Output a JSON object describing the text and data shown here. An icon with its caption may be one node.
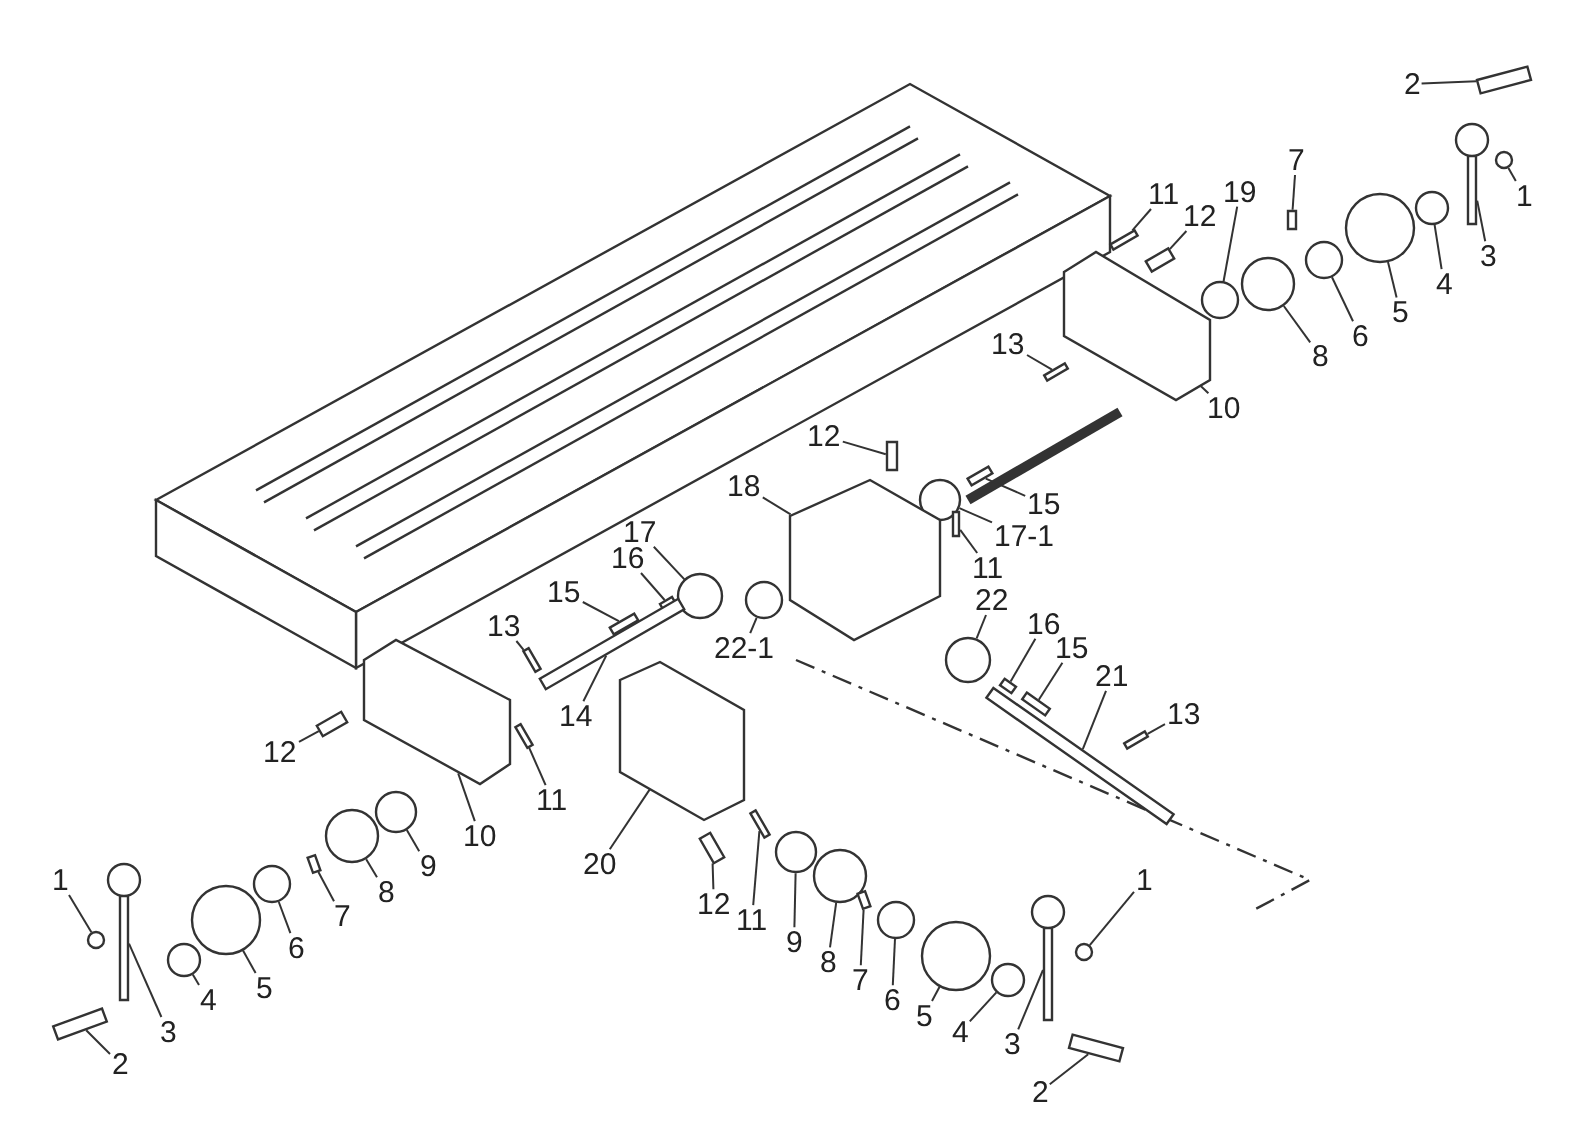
{
  "diagram": {
    "nodes": [
      {
        "text": [
          "2"
        ]
      },
      {
        "text": [
          "1"
        ]
      },
      {
        "text": [
          "3"
        ]
      },
      {
        "text": [
          "4"
        ]
      },
      {
        "text": [
          "5"
        ]
      },
      {
        "text": [
          "6"
        ]
      },
      {
        "text": [
          "8"
        ]
      },
      {
        "text": [
          "7"
        ]
      },
      {
        "text": [
          "19"
        ]
      },
      {
        "text": [
          "12"
        ]
      },
      {
        "text": [
          "11"
        ]
      },
      {
        "text": [
          "13"
        ]
      },
      {
        "text": [
          "10"
        ]
      },
      {
        "text": [
          "12"
        ]
      },
      {
        "text": [
          "15"
        ]
      },
      {
        "text": [
          "17-1"
        ]
      },
      {
        "text": [
          "18"
        ]
      },
      {
        "text": [
          "11"
        ]
      },
      {
        "text": [
          "17"
        ]
      },
      {
        "text": [
          "16"
        ]
      },
      {
        "text": [
          "15"
        ]
      },
      {
        "text": [
          "13"
        ]
      },
      {
        "text": [
          "14"
        ]
      },
      {
        "text": [
          "22-1"
        ]
      },
      {
        "text": [
          "22"
        ]
      },
      {
        "text": [
          "16"
        ]
      },
      {
        "text": [
          "15"
        ]
      },
      {
        "text": [
          "21"
        ]
      },
      {
        "text": [
          "13"
        ]
      },
      {
        "text": [
          "12"
        ]
      },
      {
        "text": [
          "11"
        ]
      },
      {
        "text": [
          "10"
        ]
      },
      {
        "text": [
          "9"
        ]
      },
      {
        "text": [
          "8"
        ]
      },
      {
        "text": [
          "7"
        ]
      },
      {
        "text": [
          "6"
        ]
      },
      {
        "text": [
          "5"
        ]
      },
      {
        "text": [
          "4"
        ]
      },
      {
        "text": [
          "3"
        ]
      },
      {
        "text": [
          "2"
        ]
      },
      {
        "text": [
          "1"
        ]
      },
      {
        "text": [
          "20"
        ]
      },
      {
        "text": [
          "12"
        ]
      },
      {
        "text": [
          "11"
        ]
      },
      {
        "text": [
          "9"
        ]
      },
      {
        "text": [
          "8"
        ]
      },
      {
        "text": [
          "7"
        ]
      },
      {
        "text": [
          "6"
        ]
      },
      {
        "text": [
          "5"
        ]
      },
      {
        "text": [
          "4"
        ]
      },
      {
        "text": [
          "3"
        ]
      },
      {
        "text": [
          "2"
        ]
      },
      {
        "text": [
          "1"
        ]
      },
      {
        "text": [],
        "shape": "bar"
      },
      {
        "text": [],
        "shape": "circle"
      },
      {
        "text": [],
        "shape": "picture"
      },
      {
        "text": [],
        "shape": "circle"
      },
      {
        "text": [],
        "shape": "circle"
      },
      {
        "text": [],
        "shape": "circle"
      },
      {
        "text": [],
        "shape": "circle"
      },
      {
        "text": [],
        "shape": "bar"
      },
      {
        "text": [],
        "shape": "circle"
      },
      {
        "text": [],
        "shape": "bar"
      },
      {
        "text": [],
        "shape": "bar"
      },
      {
        "text": [],
        "shape": "bar"
      },
      {
        "text": [],
        "shape": "box"
      },
      {
        "text": [],
        "shape": "bar"
      },
      {
        "text": [],
        "shape": "bar"
      },
      {
        "text": [],
        "shape": "circle"
      },
      {
        "text": [],
        "shape": "box"
      },
      {
        "text": [],
        "shape": "bar"
      },
      {
        "text": [],
        "shape": "circle"
      },
      {
        "text": [],
        "shape": "bar"
      },
      {
        "text": [],
        "shape": "bar"
      },
      {
        "text": [],
        "shape": "bar"
      },
      {
        "text": [],
        "shape": "bar"
      },
      {
        "text": [],
        "shape": "circle"
      },
      {
        "text": [],
        "shape": "circle"
      },
      {
        "text": [],
        "shape": "bar"
      },
      {
        "text": [],
        "shape": "bar"
      },
      {
        "text": [],
        "shape": "bar"
      },
      {
        "text": [],
        "shape": "bar"
      },
      {
        "text": [],
        "shape": "bar"
      },
      {
        "text": [],
        "shape": "bar"
      },
      {
        "text": [],
        "shape": "box"
      },
      {
        "text": [],
        "shape": "circle"
      },
      {
        "text": [],
        "shape": "circle"
      },
      {
        "text": [],
        "shape": "bar"
      },
      {
        "text": [],
        "shape": "circle"
      },
      {
        "text": [],
        "shape": "circle"
      },
      {
        "text": [],
        "shape": "circle"
      },
      {
        "text": [],
        "shape": "picture"
      },
      {
        "text": [],
        "shape": "bar"
      },
      {
        "text": [],
        "shape": "circle"
      },
      {
        "text": [],
        "shape": "box"
      },
      {
        "text": [],
        "shape": "bar"
      },
      {
        "text": [],
        "shape": "bar"
      },
      {
        "text": [],
        "shape": "circle"
      },
      {
        "text": [],
        "shape": "circle"
      },
      {
        "text": [],
        "shape": "bar"
      },
      {
        "text": [],
        "shape": "circle"
      },
      {
        "text": [],
        "shape": "circle"
      },
      {
        "text": [],
        "shape": "circle"
      },
      {
        "text": [],
        "shape": "picture"
      },
      {
        "text": [],
        "shape": "bar"
      },
      {
        "text": [],
        "shape": "circle"
      }
    ],
    "edges": [
      {
        "from": 0,
        "to": 53,
        "arrow": "none"
      },
      {
        "from": 1,
        "to": 54,
        "arrow": "none"
      },
      {
        "from": 2,
        "to": 55,
        "arrow": "none"
      },
      {
        "from": 3,
        "to": 56,
        "arrow": "none"
      },
      {
        "from": 4,
        "to": 57,
        "arrow": "none"
      },
      {
        "from": 5,
        "to": 58,
        "arrow": "none"
      },
      {
        "from": 6,
        "to": 59,
        "arrow": "none"
      },
      {
        "from": 7,
        "to": 60,
        "arrow": "none"
      },
      {
        "from": 8,
        "to": 61,
        "arrow": "none"
      },
      {
        "from": 9,
        "to": 62,
        "arrow": "none"
      },
      {
        "from": 10,
        "to": 63,
        "arrow": "none"
      },
      {
        "from": 11,
        "to": 64,
        "arrow": "none"
      },
      {
        "from": 12,
        "to": 65,
        "arrow": "none"
      },
      {
        "from": 13,
        "to": 66,
        "arrow": "none"
      },
      {
        "from": 14,
        "to": 67,
        "arrow": "none"
      },
      {
        "from": 15,
        "to": 68,
        "arrow": "none"
      },
      {
        "from": 16,
        "to": 69,
        "arrow": "none"
      },
      {
        "from": 17,
        "to": 70,
        "arrow": "none"
      },
      {
        "from": 18,
        "to": 71,
        "arrow": "none"
      },
      {
        "from": 19,
        "to": 72,
        "arrow": "none"
      },
      {
        "from": 20,
        "to": 73,
        "arrow": "none"
      },
      {
        "from": 21,
        "to": 74,
        "arrow": "none"
      },
      {
        "from": 22,
        "to": 75,
        "arrow": "none"
      },
      {
        "from": 23,
        "to": 76,
        "arrow": "none"
      },
      {
        "from": 24,
        "to": 77,
        "arrow": "none"
      },
      {
        "from": 25,
        "to": 78,
        "arrow": "none"
      },
      {
        "from": 26,
        "to": 79,
        "arrow": "none"
      },
      {
        "from": 27,
        "to": 80,
        "arrow": "none"
      },
      {
        "from": 28,
        "to": 81,
        "arrow": "none"
      },
      {
        "from": 29,
        "to": 82,
        "arrow": "none"
      },
      {
        "from": 30,
        "to": 83,
        "arrow": "none"
      },
      {
        "from": 31,
        "to": 84,
        "arrow": "none"
      },
      {
        "from": 32,
        "to": 85,
        "arrow": "none"
      },
      {
        "from": 33,
        "to": 86,
        "arrow": "none"
      },
      {
        "from": 34,
        "to": 87,
        "arrow": "none"
      },
      {
        "from": 35,
        "to": 88,
        "arrow": "none"
      },
      {
        "from": 36,
        "to": 89,
        "arrow": "none"
      },
      {
        "from": 37,
        "to": 90,
        "arrow": "none"
      },
      {
        "from": 38,
        "to": 91,
        "arrow": "none"
      },
      {
        "from": 39,
        "to": 92,
        "arrow": "none"
      },
      {
        "from": 40,
        "to": 93,
        "arrow": "none"
      },
      {
        "from": 41,
        "to": 94,
        "arrow": "none"
      },
      {
        "from": 42,
        "to": 95,
        "arrow": "none"
      },
      {
        "from": 43,
        "to": 96,
        "arrow": "none"
      },
      {
        "from": 44,
        "to": 97,
        "arrow": "none"
      },
      {
        "from": 45,
        "to": 98,
        "arrow": "none"
      },
      {
        "from": 46,
        "to": 99,
        "arrow": "none"
      },
      {
        "from": 47,
        "to": 100,
        "arrow": "none"
      },
      {
        "from": 48,
        "to": 101,
        "arrow": "none"
      },
      {
        "from": 49,
        "to": 102,
        "arrow": "none"
      },
      {
        "from": 50,
        "to": 103,
        "arrow": "none"
      },
      {
        "from": 51,
        "to": 104,
        "arrow": "none"
      },
      {
        "from": 52,
        "to": 105,
        "arrow": "none"
      }
    ]
  }
}
